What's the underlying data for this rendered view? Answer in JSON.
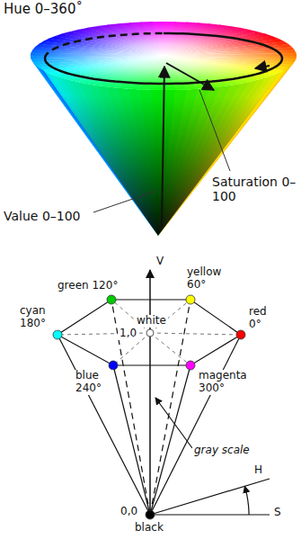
{
  "diagram": {
    "labels": [
      "Hue 0–360˚",
      "Saturation 0–100",
      "Value 0–100",
      "V",
      "green 120°",
      "yellow 60°",
      "cyan 180°",
      "red 0°",
      "blue 240°",
      "magenta 300°",
      "white",
      "1,0",
      "gray scale",
      "0,0",
      "black",
      "H",
      "S"
    ]
  }
}
